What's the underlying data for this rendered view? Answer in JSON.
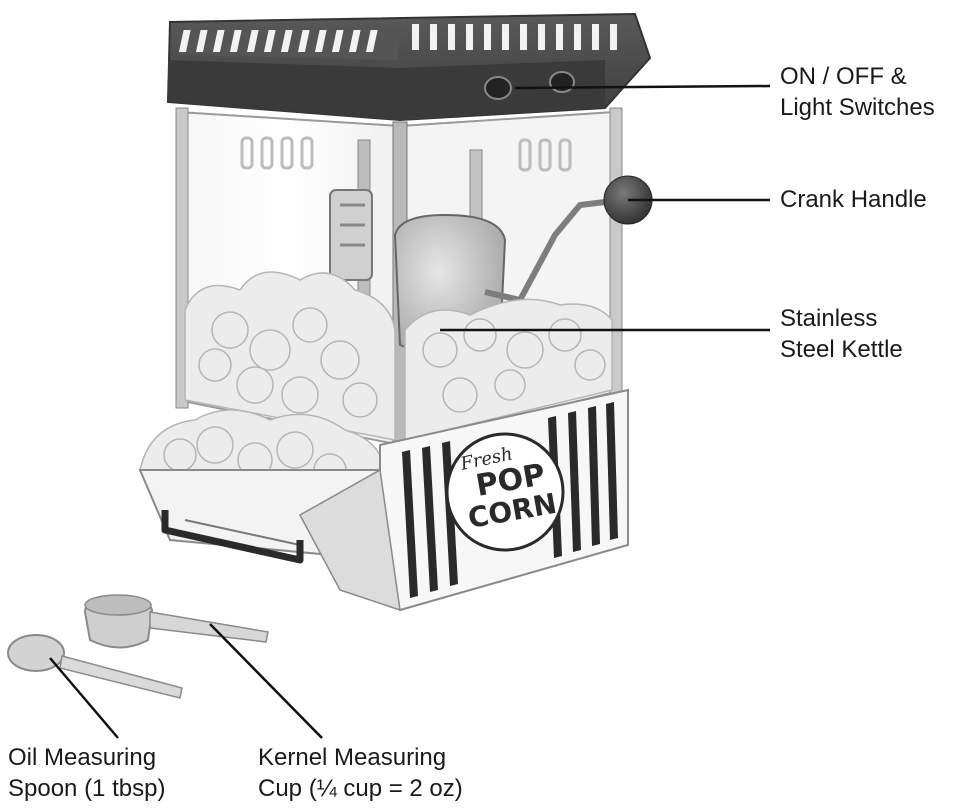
{
  "callouts": {
    "switches": {
      "line1": "ON / OFF &",
      "line2": "Light Switches"
    },
    "crank": {
      "line1": "Crank Handle"
    },
    "kettle": {
      "line1": "Stainless",
      "line2": "Steel Kettle"
    },
    "spoon": {
      "line1": "Oil Measuring",
      "line2": "Spoon (1 tbsp)"
    },
    "cup": {
      "line1": "Kernel Measuring",
      "line2": "Cup (¼ cup = 2 oz)"
    }
  },
  "sign": {
    "word1": "Fresh",
    "word2": "POP",
    "word3": "CORN"
  },
  "colors": {
    "roof": "#4a4a4a",
    "metal": "#c9c9c9",
    "popcorn": "#ececec",
    "text": "#1a1a1a",
    "line": "#111111"
  }
}
